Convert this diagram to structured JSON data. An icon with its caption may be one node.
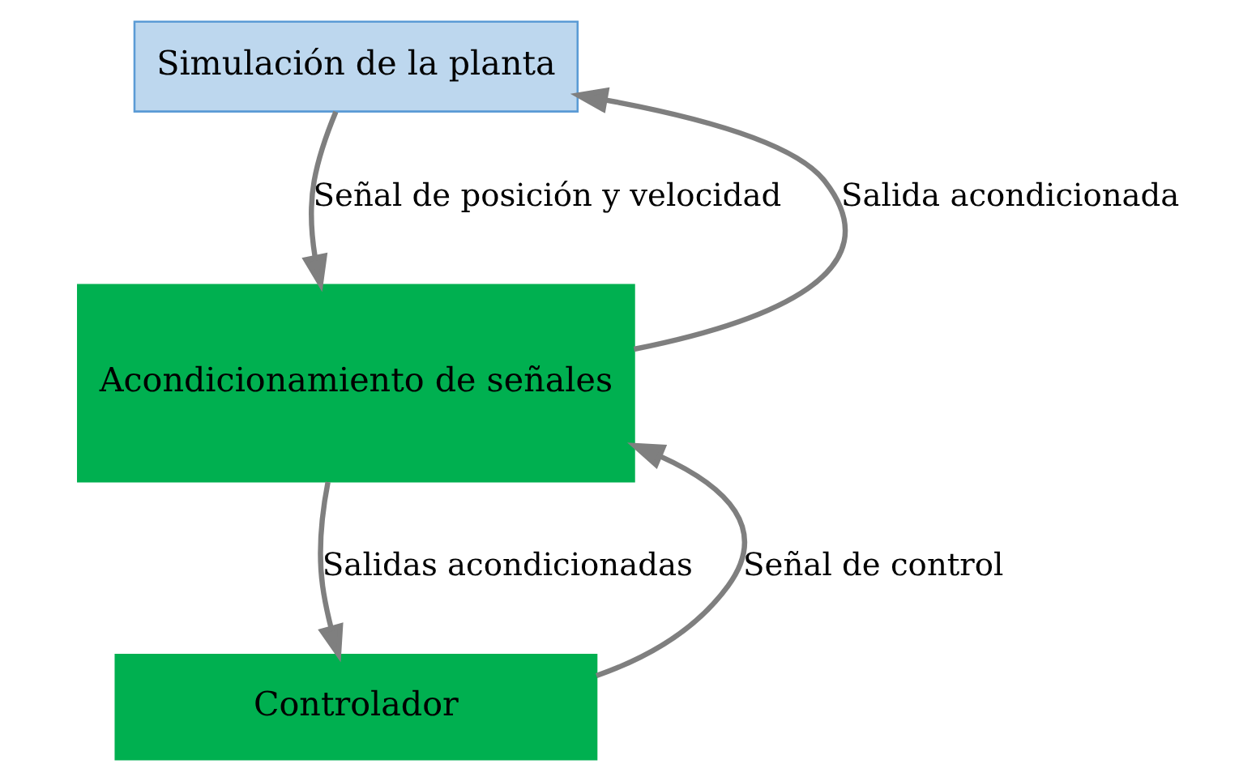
{
  "diagram": {
    "nodes": [
      {
        "text": [
          "Simulación de la planta"
        ]
      },
      {
        "text": [
          "Acondicionamiento de señales"
        ]
      },
      {
        "text": [
          "Controlador"
        ]
      }
    ],
    "edges": [
      {
        "from": 1,
        "to": 0,
        "arrow": "to",
        "label": "Salida acondicionada"
      },
      {
        "from": 0,
        "to": 1,
        "arrow": "to",
        "label": "Señal de posición y velocidad"
      },
      {
        "from": 1,
        "to": 2,
        "arrow": "to",
        "label": "Salidas acondicionadas"
      },
      {
        "from": 2,
        "to": 1,
        "arrow": "to",
        "label": "Señal de control"
      }
    ]
  }
}
